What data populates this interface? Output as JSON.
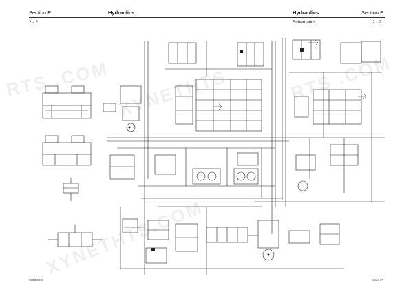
{
  "header": {
    "left_section": "Section E",
    "left_title": "Hydraulics",
    "right_title": "Hydraulics",
    "right_section": "Section E",
    "left_page": "2 - 2",
    "subtitle": "Schematics",
    "right_page": "2 - 2"
  },
  "footer": {
    "left_code": "9803/3000",
    "right_code": "Issue 3*"
  },
  "watermark": {
    "line1": "RTS .COM",
    "line2": "XYNETHTS",
    "line3": "RTS .COM",
    "line4": "XYNETHTS.COM"
  },
  "schematic": {
    "line_color": "#222222",
    "paper_color": "#ffffff"
  }
}
